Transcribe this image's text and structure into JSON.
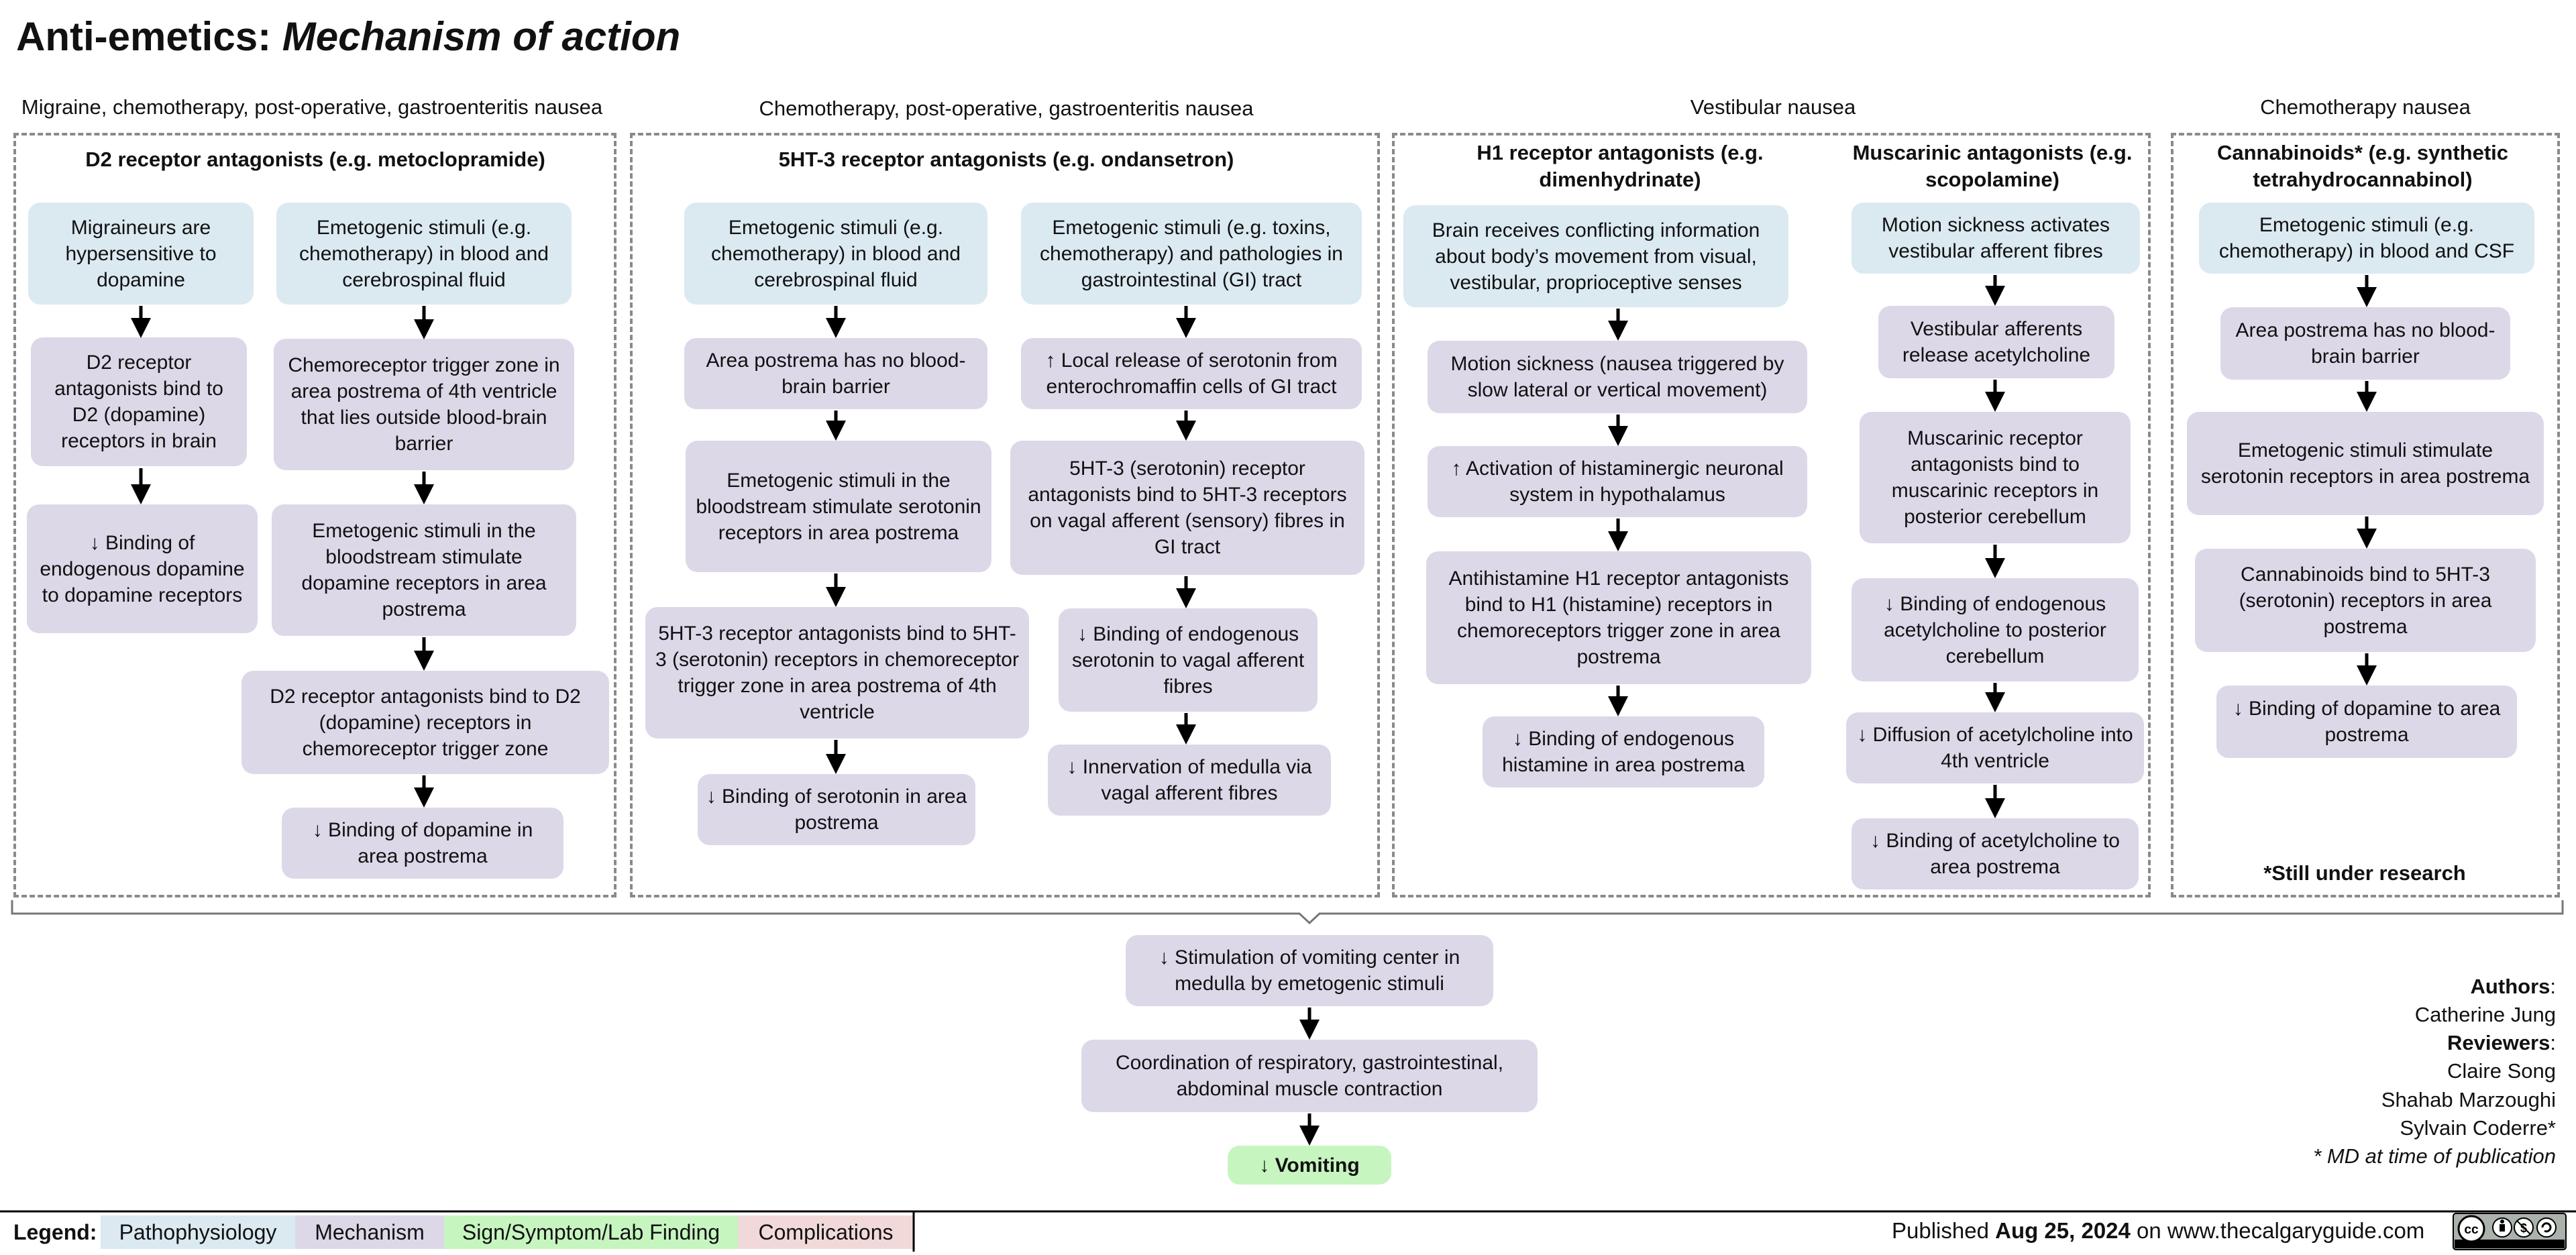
{
  "title": {
    "main": "Anti-emetics: ",
    "italic": "Mechanism of action"
  },
  "column_headers": {
    "col1": "Migraine, chemotherapy, post-operative, gastroenteritis nausea",
    "col2": "Chemotherapy, post-operative, gastroenteritis nausea",
    "col3": "Vestibular nausea",
    "col4": "Chemotherapy nausea"
  },
  "d2": {
    "title": "D2 receptor antagonists (e.g. metoclopramide)",
    "left": [
      "Migraineurs are hypersensitive to dopamine",
      "D2 receptor antagonists bind to D2 (dopamine) receptors in brain",
      "↓ Binding of endogenous dopamine to dopamine receptors"
    ],
    "right": [
      "Emetogenic stimuli (e.g. chemotherapy) in blood and cerebrospinal fluid",
      "Chemoreceptor trigger zone in area postrema of 4th ventricle that lies outside blood-brain barrier",
      "Emetogenic stimuli in the bloodstream  stimulate dopamine receptors in area postrema",
      "D2 receptor antagonists bind to D2 (dopamine) receptors in chemoreceptor trigger zone",
      "↓ Binding of dopamine in area postrema"
    ]
  },
  "ht3": {
    "title": "5HT-3 receptor antagonists (e.g. ondansetron)",
    "left": [
      "Emetogenic stimuli (e.g. chemotherapy) in blood and cerebrospinal fluid",
      "Area postrema has no blood-brain barrier",
      "Emetogenic stimuli in the bloodstream stimulate serotonin receptors in area postrema",
      "5HT-3 receptor antagonists bind to 5HT-3 (serotonin) receptors in chemoreceptor trigger zone in area postrema of 4th ventricle",
      "↓ Binding of serotonin in area postrema"
    ],
    "right": [
      "Emetogenic stimuli (e.g. toxins, chemotherapy) and pathologies in gastrointestinal (GI) tract",
      "↑ Local release of serotonin from enterochromaffin cells of GI tract",
      "5HT-3 (serotonin) receptor antagonists bind to 5HT-3 receptors on vagal afferent (sensory) fibres in GI tract",
      "↓ Binding of endogenous serotonin to vagal afferent fibres",
      "↓ Innervation of medulla via vagal afferent fibres"
    ]
  },
  "h1": {
    "title": "H1 receptor antagonists (e.g. dimenhydrinate)",
    "steps": [
      "Brain receives conflicting information about body’s movement from visual, vestibular, proprioceptive senses",
      "Motion sickness (nausea triggered by slow lateral or vertical movement)",
      "↑ Activation of histaminergic neuronal system in hypothalamus",
      "Antihistamine H1 receptor antagonists bind to H1 (histamine) receptors in chemoreceptors trigger zone in area postrema",
      "↓ Binding of endogenous histamine in area postrema"
    ]
  },
  "musc": {
    "title": "Muscarinic antagonists (e.g. scopolamine)",
    "steps": [
      "Motion sickness activates vestibular afferent fibres",
      "Vestibular afferents release acetylcholine",
      "Muscarinic receptor antagonists bind to muscarinic receptors in posterior cerebellum",
      "↓ Binding of endogenous acetylcholine to posterior cerebellum",
      "↓ Diffusion of acetylcholine into 4th ventricle",
      "↓ Binding of acetylcholine to area postrema"
    ]
  },
  "canna": {
    "title": "Cannabinoids* (e.g. synthetic tetrahydrocannabinol)",
    "steps": [
      "Emetogenic stimuli (e.g. chemotherapy) in blood and CSF",
      "Area postrema has no blood-brain barrier",
      "Emetogenic stimuli stimulate serotonin receptors in area postrema",
      "Cannabinoids bind to 5HT-3 (serotonin) receptors in area postrema",
      "↓ Binding of dopamine to area postrema"
    ],
    "note": "*Still under research"
  },
  "bottom": [
    "↓ Stimulation of vomiting center in medulla by emetogenic stimuli",
    "Coordination of respiratory, gastrointestinal, abdominal muscle contraction",
    "↓ Vomiting"
  ],
  "authors": {
    "authors_label": "Authors",
    "author": "Catherine Jung",
    "reviewers_label": "Reviewers",
    "reviewers": [
      "Claire Song",
      "Shahab Marzoughi",
      "Sylvain Coderre*"
    ],
    "footnote": "* MD at time of publication"
  },
  "legend": {
    "label": "Legend:",
    "items": [
      {
        "text": "Pathophysiology",
        "color": "#dbe9f1"
      },
      {
        "text": "Mechanism",
        "color": "#ddd8e8"
      },
      {
        "text": "Sign/Symptom/Lab Finding",
        "color": "#c6f5c0"
      },
      {
        "text": "Complications",
        "color": "#f2d9d9"
      }
    ]
  },
  "published": {
    "prefix": "Published ",
    "date": "Aug 25, 2024",
    "suffix": " on www.thecalgaryguide.com"
  },
  "license_badge": "cc-by-nc-sa-icon",
  "colors": {
    "pathophysiology": "#dbe9f1",
    "mechanism": "#ddd8e8",
    "sign": "#c6f5c0",
    "complications": "#f2d9d9",
    "border": "#8a8a8a"
  }
}
